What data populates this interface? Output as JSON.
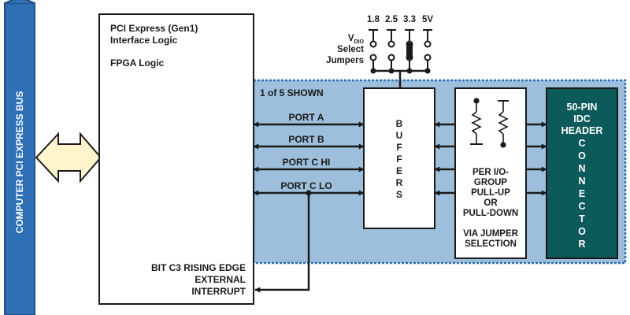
{
  "bus": {
    "label": "COMPUTER  PCI  EXPRESS BUS",
    "color": "#2e6fb5"
  },
  "fpga": {
    "title_line1": "PCI Express (Gen1)",
    "title_line2": "Interface Logic",
    "subtitle": "FPGA Logic",
    "interrupt_line1": "BIT C3 RISING EDGE",
    "interrupt_line2": "EXTERNAL",
    "interrupt_line3": "INTERRUPT"
  },
  "group_label": "1 of 5 SHOWN",
  "ports": [
    "PORT A",
    "PORT B",
    "PORT C HI",
    "PORT C LO"
  ],
  "buffers_label": [
    "B",
    "U",
    "F",
    "F",
    "E",
    "R",
    "S"
  ],
  "pull": {
    "line1": "PER I/O-",
    "line2": "GROUP",
    "line3": "PULL-UP",
    "line4": "OR",
    "line5": "PULL-DOWN",
    "line6": "VIA JUMPER",
    "line7": "SELECTION"
  },
  "connector": {
    "line1": "50-PIN",
    "line2": "IDC",
    "line3": "HEADER",
    "vertical": [
      "C",
      "O",
      "N",
      "N",
      "E",
      "C",
      "T",
      "O",
      "R"
    ],
    "color": "#0d5a5a"
  },
  "jumpers": {
    "voltages": [
      "1.8",
      "2.5",
      "3.3",
      "5V"
    ],
    "label_v": "V",
    "label_sub": "DIO",
    "label_line2": "Select",
    "label_line3": "Jumpers"
  },
  "colors": {
    "panel": "#9dbfdb",
    "arrow_fill": "#fff5cc"
  }
}
